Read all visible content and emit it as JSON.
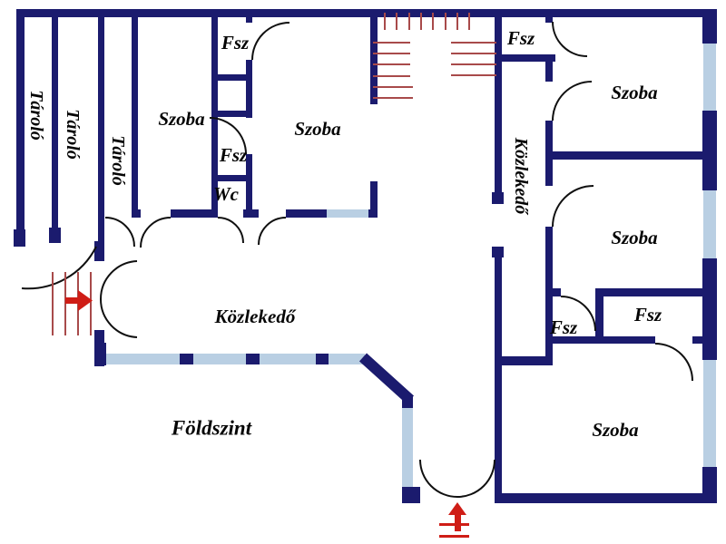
{
  "plan": {
    "floor_title": "Földszint",
    "labels": {
      "taralo1": "Tároló",
      "taralo2": "Tároló",
      "taralo3": "Tároló",
      "szoba_topleft": "Szoba",
      "fsz_col_top": "Fsz",
      "fsz_col_mid": "Fsz",
      "wc": "Wc",
      "szoba_topmid": "Szoba",
      "fsz_stair": "Fsz",
      "kozlekedo_right": "Közlekedő",
      "szoba_topright": "Szoba",
      "szoba_right": "Szoba",
      "fsz_right_a": "Fsz",
      "fsz_right_b": "Fsz",
      "szoba_bottomright": "Szoba",
      "kozlekedo_main": "Közlekedő"
    }
  },
  "colors": {
    "bg": "#ffffff",
    "wall": "#1b1b6e",
    "win": "#b9cfe3",
    "stair": "#a84a4a",
    "arrow": "#cf1d16"
  }
}
